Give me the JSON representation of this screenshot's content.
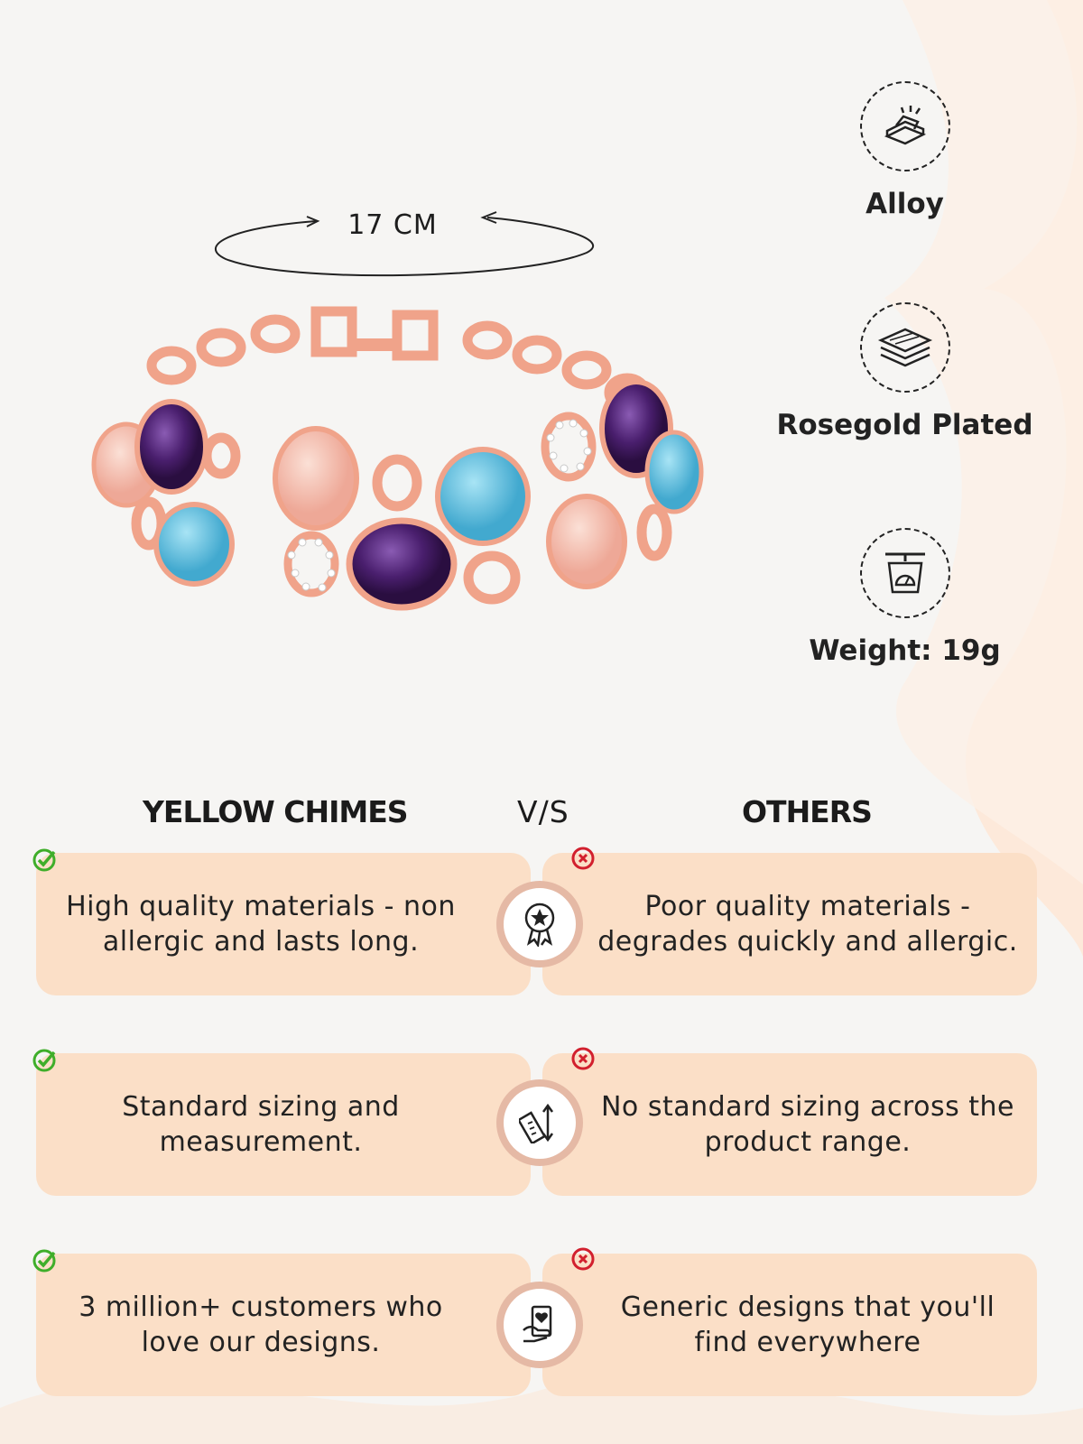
{
  "measurement": {
    "label": "17 CM"
  },
  "features": [
    {
      "icon": "gold-bar-icon",
      "label": "Alloy"
    },
    {
      "icon": "layers-icon",
      "label": "Rosegold Plated"
    },
    {
      "icon": "weighing-scale-icon",
      "label": "Weight: 19g"
    }
  ],
  "comparison": {
    "brand_heading": "YELLOW CHIMES",
    "vs_heading": "V/S",
    "others_heading": "OTHERS",
    "rows": [
      {
        "icon": "quality-badge-icon",
        "brand": "High quality materials - non allergic and lasts long.",
        "others": "Poor quality materials - degrades quickly and allergic."
      },
      {
        "icon": "ruler-measure-icon",
        "brand": "Standard sizing and measurement.",
        "others": "No standard sizing across the product range."
      },
      {
        "icon": "customer-love-icon",
        "brand": "3 million+ customers who love our designs.",
        "others": "Generic designs that you'll find everywhere"
      }
    ]
  },
  "colors": {
    "card": "#fbdfc7",
    "ring": "#e5b9a5",
    "check": "#3fae2a",
    "cross": "#d2202e",
    "rosegold": "#f3a58a"
  }
}
